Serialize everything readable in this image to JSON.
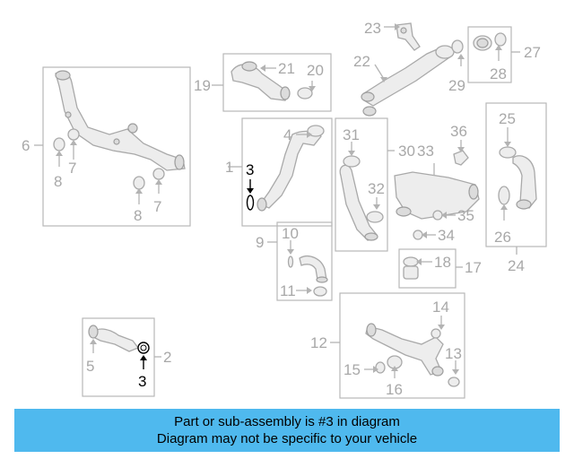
{
  "callouts": [
    "1",
    "2",
    "3",
    "3",
    "4",
    "5",
    "6",
    "7",
    "7",
    "8",
    "8",
    "9",
    "10",
    "11",
    "12",
    "13",
    "14",
    "15",
    "16",
    "17",
    "18",
    "19",
    "20",
    "21",
    "22",
    "23",
    "24",
    "25",
    "26",
    "27",
    "28",
    "29",
    "30",
    "31",
    "32",
    "33",
    "34",
    "35",
    "36"
  ],
  "highlighted_part": "3",
  "banner": {
    "line1": "Part or sub-assembly is #3 in diagram",
    "line2": "Diagram may not be specific to your vehicle"
  },
  "colors": {
    "banner_bg": "#4fb9ee",
    "line_art": "#a8a8a8",
    "highlight": "#000000"
  }
}
